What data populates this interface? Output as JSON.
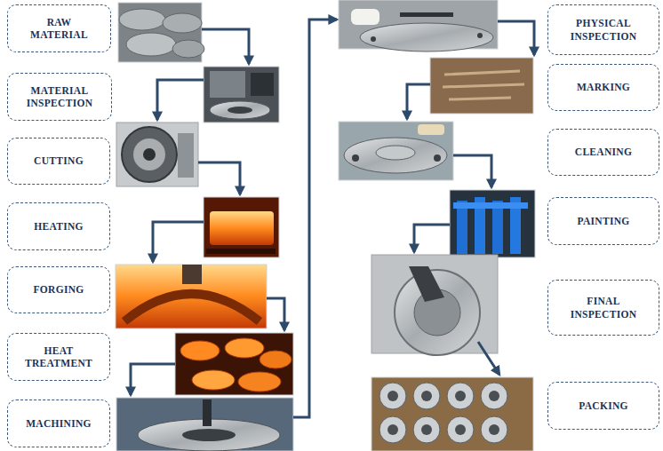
{
  "diagram": {
    "nodes": [
      {
        "text": [
          "RAW MATERIAL"
        ]
      },
      {
        "text": [
          "MATERIAL INSPECTION"
        ]
      },
      {
        "text": [
          "CUTTING"
        ]
      },
      {
        "text": [
          "HEATING"
        ]
      },
      {
        "text": [
          "FORGING"
        ]
      },
      {
        "text": [
          "HEAT TREATMENT"
        ]
      },
      {
        "text": [
          "MACHINING"
        ]
      },
      {
        "text": [
          "PHYSICAL INSPECTION"
        ]
      },
      {
        "text": [
          "MARKING"
        ]
      },
      {
        "text": [
          "CLEANING"
        ]
      },
      {
        "text": [
          "PAINTING"
        ]
      },
      {
        "text": [
          "FINAL INSPECTION"
        ]
      },
      {
        "text": [
          "PACKING"
        ]
      }
    ]
  }
}
